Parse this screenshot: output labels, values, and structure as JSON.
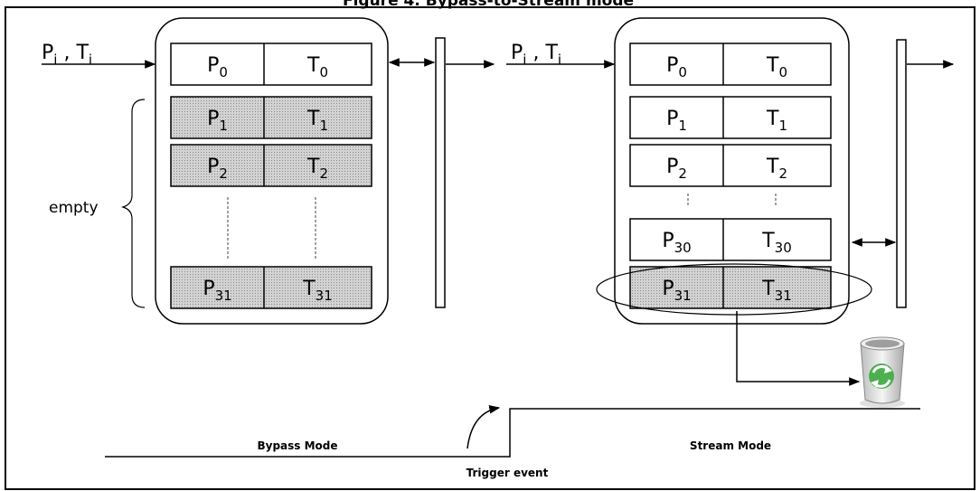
{
  "title": "Figure 4. Bypass-to-Stream mode",
  "input_label": {
    "p": "P",
    "p_sub": "i",
    "sep": " , ",
    "t": "T",
    "t_sub": "i"
  },
  "empty_label": "empty",
  "left_fifo": [
    {
      "p": "P",
      "p_sub": "0",
      "t": "T",
      "t_sub": "0",
      "state": "filled"
    },
    {
      "p": "P",
      "p_sub": "1",
      "t": "T",
      "t_sub": "1",
      "state": "empty"
    },
    {
      "p": "P",
      "p_sub": "2",
      "t": "T",
      "t_sub": "2",
      "state": "empty"
    },
    {
      "p": "P",
      "p_sub": "31",
      "t": "T",
      "t_sub": "31",
      "state": "empty"
    }
  ],
  "right_fifo": [
    {
      "p": "P",
      "p_sub": "0",
      "t": "T",
      "t_sub": "0",
      "state": "filled"
    },
    {
      "p": "P",
      "p_sub": "1",
      "t": "T",
      "t_sub": "1",
      "state": "filled"
    },
    {
      "p": "P",
      "p_sub": "2",
      "t": "T",
      "t_sub": "2",
      "state": "filled"
    },
    {
      "p": "P",
      "p_sub": "30",
      "t": "T",
      "t_sub": "30",
      "state": "filled"
    },
    {
      "p": "P",
      "p_sub": "31",
      "t": "T",
      "t_sub": "31",
      "state": "discarded"
    }
  ],
  "modes": {
    "bypass": "Bypass Mode",
    "stream": "Stream Mode",
    "trigger": "Trigger  event"
  },
  "icons": {
    "discard": "recycle-bin-icon"
  },
  "colors": {
    "empty_cell": "#c8c8c8",
    "recycle": "#4caf50",
    "line": "#000000"
  }
}
